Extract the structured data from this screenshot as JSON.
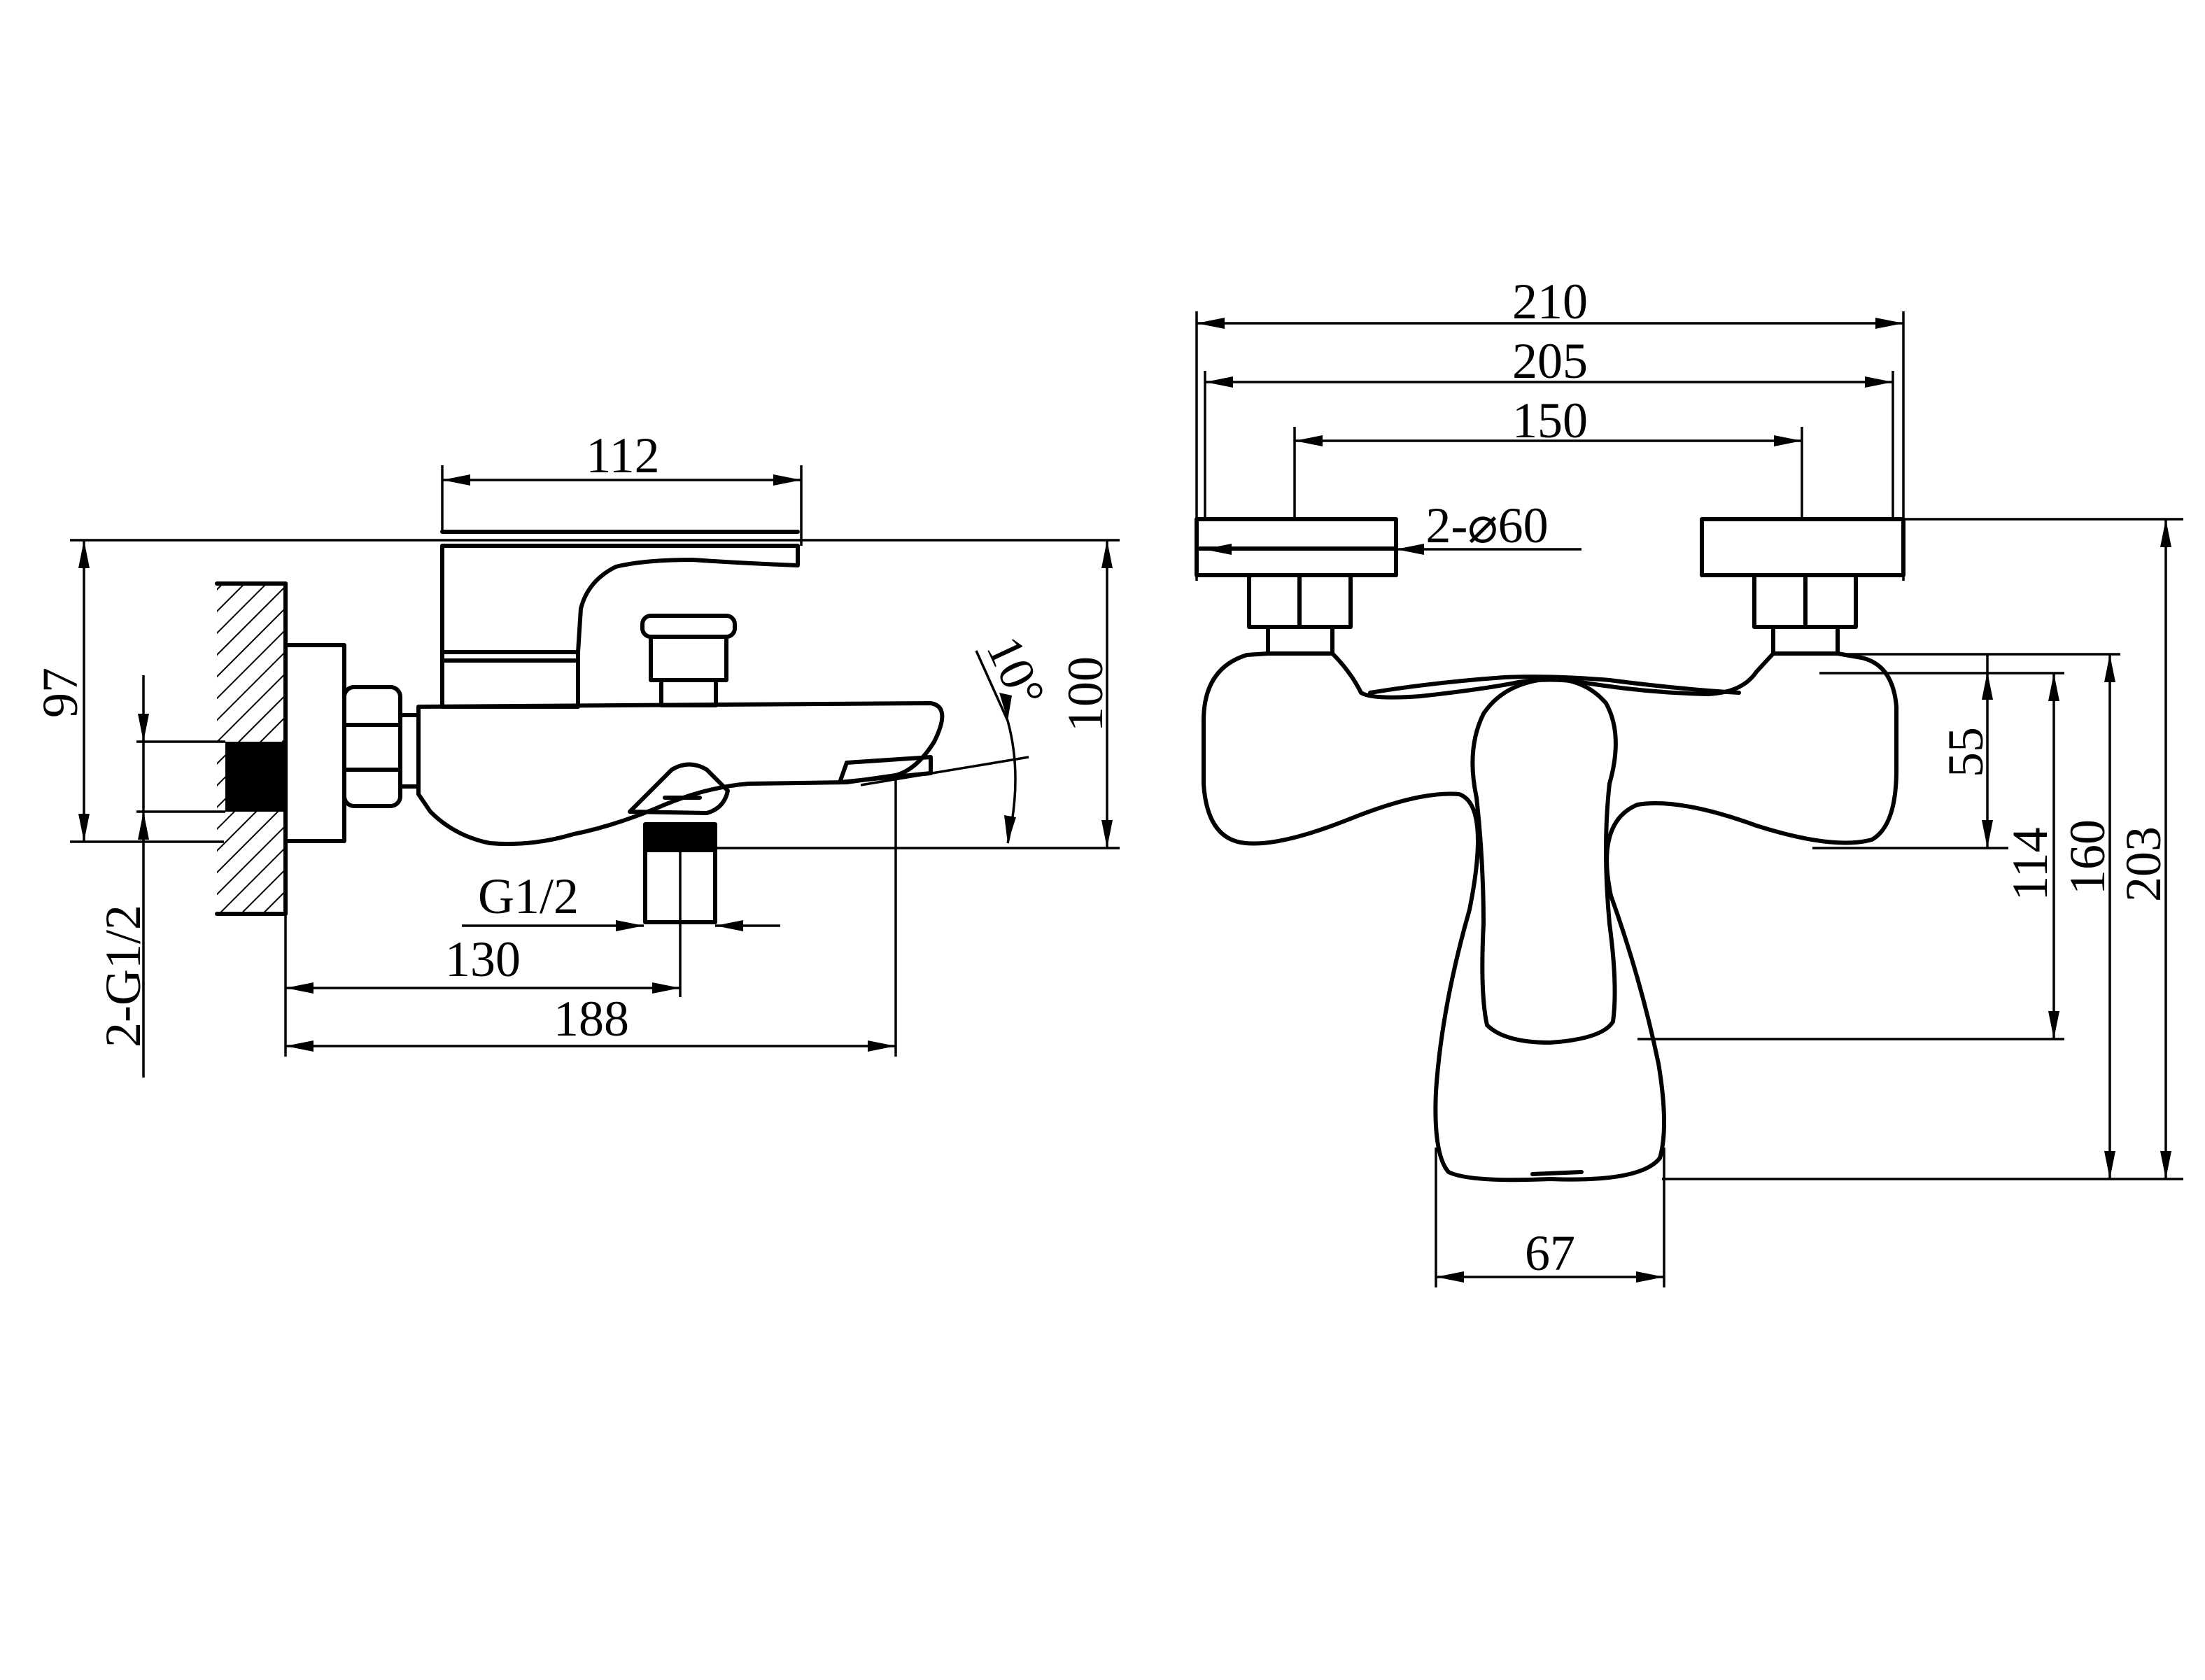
{
  "side_view": {
    "labels": {
      "top_length": "112",
      "height_left": "97",
      "height_right": "100",
      "angle": "10°",
      "thread_bottom": "G1/2",
      "length_130": "130",
      "length_188": "188",
      "wall_threads": "2-G1/2"
    }
  },
  "front_view": {
    "labels": {
      "w210": "210",
      "w205": "205",
      "w150": "150",
      "handles": "2-⌀60",
      "h55": "55",
      "h114": "114",
      "h160": "160",
      "h203": "203",
      "w67": "67"
    }
  }
}
